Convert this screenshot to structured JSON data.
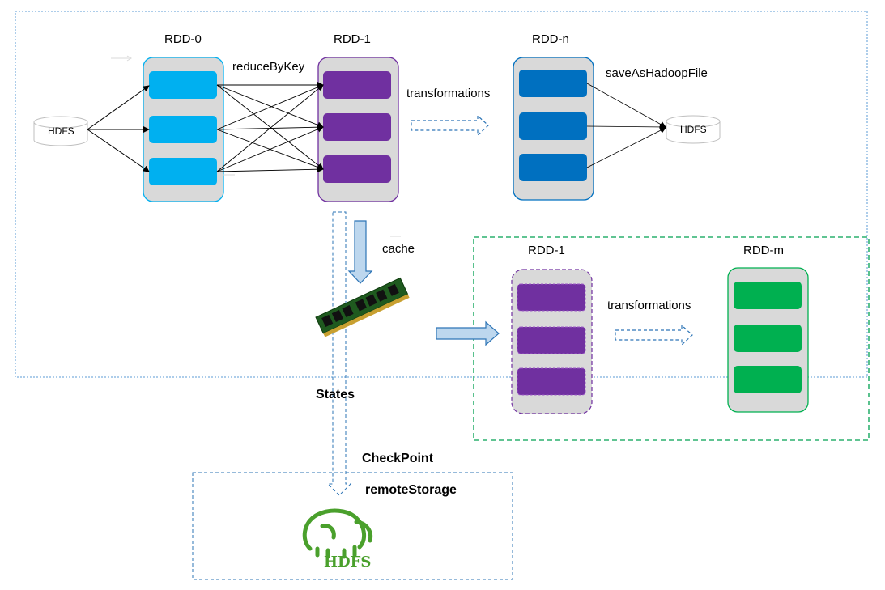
{
  "labels": {
    "rdd0": "RDD-0",
    "rdd1_top": "RDD-1",
    "rddn": "RDD-n",
    "reduce": "reduceByKey",
    "transform_top": "transformations",
    "save": "saveAsHadoopFile",
    "cache": "cache",
    "rdd1_bottom": "RDD-1",
    "rddm": "RDD-m",
    "transform_bottom": "transformations",
    "states": "States",
    "checkpoint": "CheckPoint",
    "remote": "remoteStorage",
    "hdfs_left": "HDFS",
    "hdfs_right": "HDFS",
    "hdfs_logo": "HDFS"
  },
  "colors": {
    "rdd0_fill": "#00b0f0",
    "rdd1_fill": "#7030a0",
    "rddn_fill": "#0070c0",
    "rddm_fill": "#00b050",
    "container_bg": "#d9d9d9",
    "dashed_blue": "#2e75b6",
    "dashed_green": "#00a050",
    "arrow_fill": "#bdd7ee",
    "logo_green": "#4aa02c"
  },
  "icons": {
    "memory": "ram-module-icon",
    "logo": "hadoop-elephant-icon"
  }
}
